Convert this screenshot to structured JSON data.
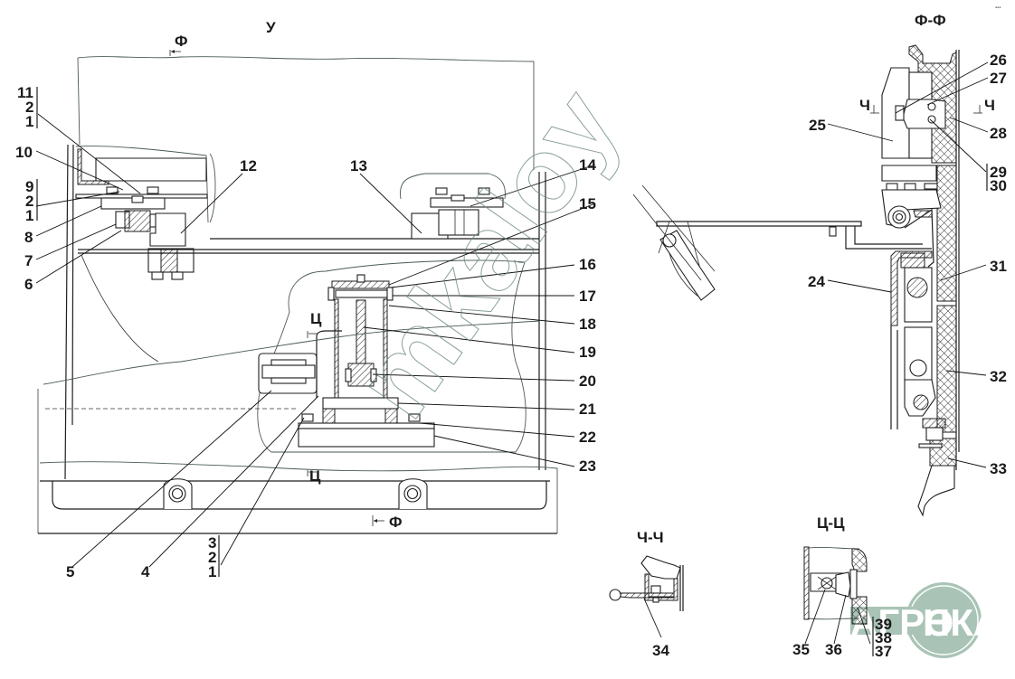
{
  "view_titles": {
    "main_view": "У",
    "section_f": "Ф-Ф",
    "section_ch": "Ч-Ч",
    "section_ts": "Ц-Ц"
  },
  "section_marks": {
    "f_top": "Ф",
    "f_bottom": "Ф",
    "ts_upper": "Ц",
    "ts_lower": "Ц",
    "ch_left": "Ч",
    "ch_right": "Ч"
  },
  "callouts": {
    "group_11_2_1": [
      "11",
      "2",
      "1"
    ],
    "group_9_2_1": [
      "9",
      "2",
      "1"
    ],
    "group_3_2_1": [
      "3",
      "2",
      "1"
    ],
    "group_29_30": [
      "29",
      "30"
    ],
    "group_39_38_37": [
      "39",
      "38",
      "37"
    ],
    "n4": "4",
    "n5": "5",
    "n6": "6",
    "n7": "7",
    "n8": "8",
    "n10": "10",
    "n12": "12",
    "n13": "13",
    "n14": "14",
    "n15": "15",
    "n16": "16",
    "n17": "17",
    "n18": "18",
    "n19": "19",
    "n20": "20",
    "n21": "21",
    "n22": "22",
    "n23": "23",
    "n24": "24",
    "n25": "25",
    "n26": "26",
    "n27": "27",
    "n28": "28",
    "n31": "31",
    "n32": "32",
    "n33": "33",
    "n34": "34",
    "n35": "35",
    "n36": "36"
  },
  "watermark": {
    "text": "mkaloy",
    "logo_text_left": "АГРО",
    "logo_text_right": "НКА"
  },
  "colors": {
    "line": "#1e1e1e",
    "watermark_logo": "#a9c4b6",
    "watermark_outline": "#6f8a80"
  }
}
